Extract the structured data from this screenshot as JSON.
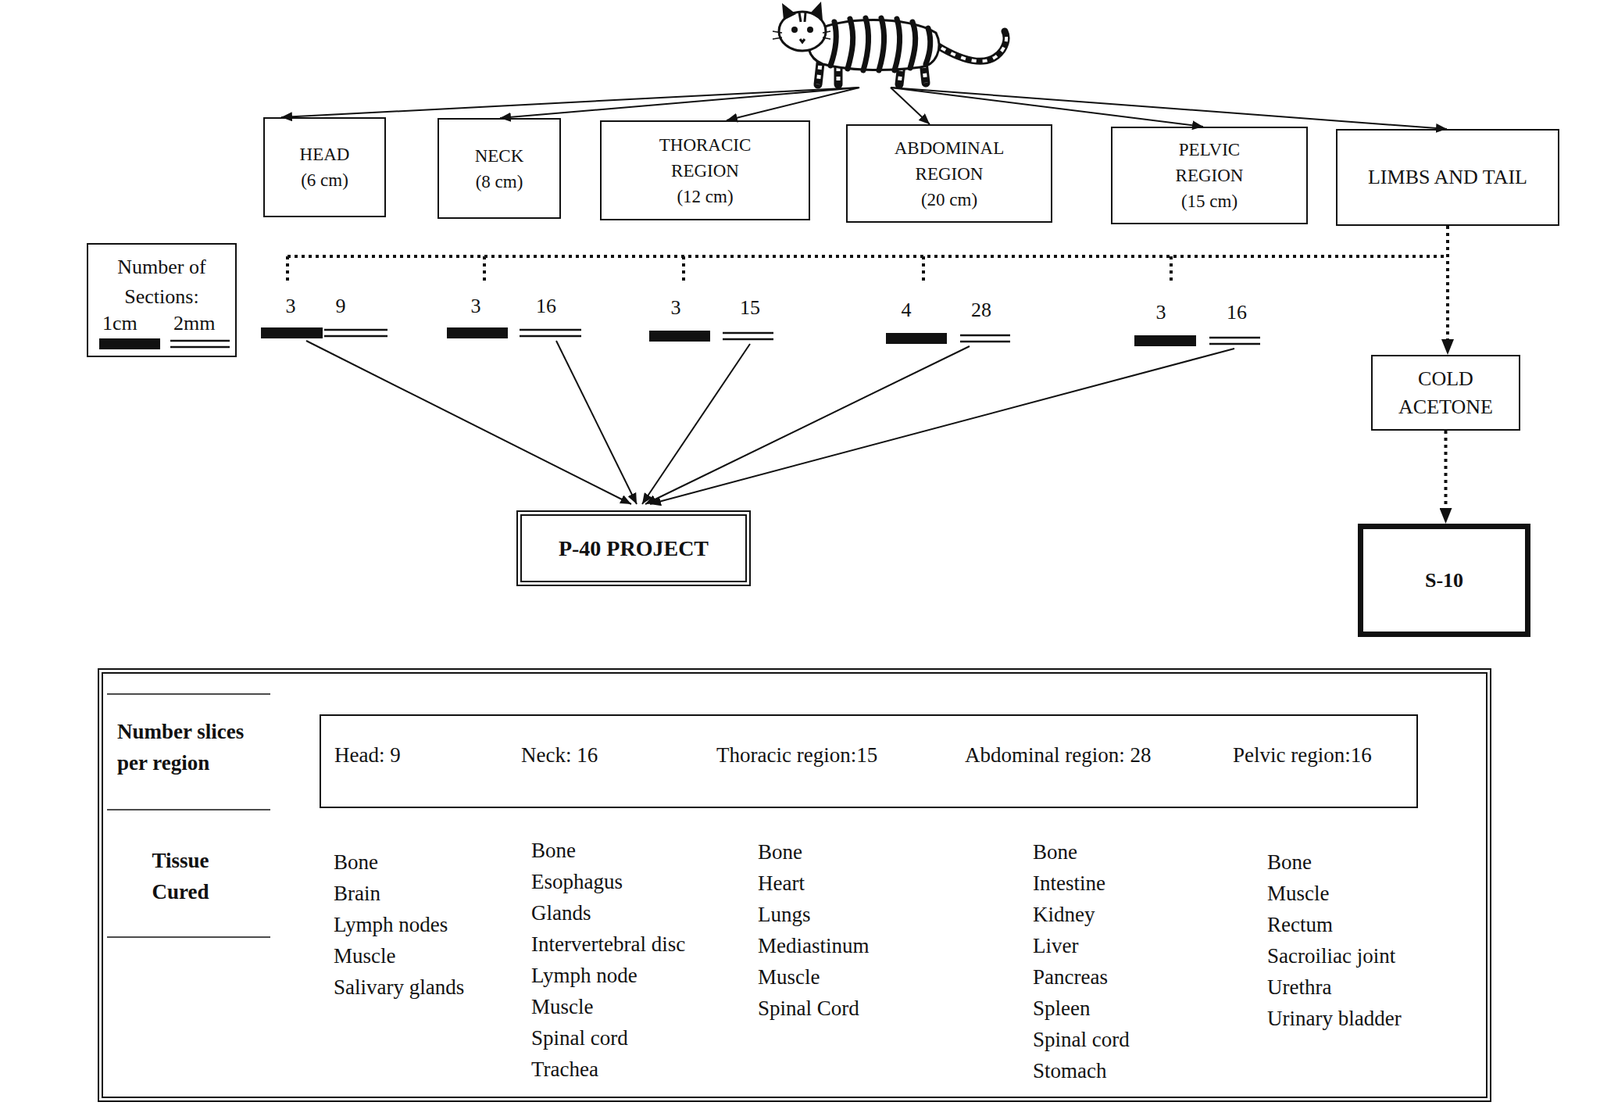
{
  "diagram": {
    "nodes": [
      {
        "text": [
          "HEAD",
          "(6 cm)"
        ]
      },
      {
        "text": [
          "NECK",
          "(8 cm)"
        ]
      },
      {
        "text": [
          "THORACIC REGION",
          "(12 cm)"
        ]
      },
      {
        "text": [
          "ABDOMINAL REGION",
          "(20 cm)"
        ]
      },
      {
        "text": [
          "PELVIC REGION",
          "(15 cm)"
        ]
      },
      {
        "text": [
          "LIMBS AND TAIL"
        ]
      },
      {
        "text": [
          "Number of Sections:"
        ]
      },
      {
        "text": [
          "COLD ACETONE"
        ]
      },
      {
        "text": [
          "P-40 PROJECT"
        ]
      },
      {
        "text": [
          "S-10"
        ]
      },
      {
        "text": [
          "Number slices per region",
          "Tissue Cured"
        ]
      },
      {
        "text": [
          "Head: 9",
          "Neck: 16",
          "Thoracic region:15",
          "Abdominal region: 28",
          "Pelvic region:16"
        ],
        "in": 10
      }
    ],
    "edges": [
      {
        "from": 5,
        "to": 7,
        "arrow": "to"
      },
      {
        "from": 7,
        "to": 9,
        "arrow": "to"
      }
    ],
    "labels": [
      "3",
      "9",
      "3",
      "16",
      "3",
      "15",
      "4",
      "28",
      "3",
      "16",
      "Bone",
      "Brain",
      "Lymph nodes",
      "Muscle",
      "Salivary glands",
      "Bone",
      "Esophagus",
      "Glands",
      "Intervertebral disc",
      "Lymph node",
      "Muscle",
      "Spinal cord",
      "Trachea",
      "Bone",
      "Heart",
      "Lungs",
      "Mediastinum",
      "Muscle",
      "Spinal Cord",
      "Bone",
      "Intestine",
      "Kidney",
      "Liver",
      "Pancreas",
      "Spleen",
      "Spinal cord",
      "Stomach",
      "Bone",
      "Muscle",
      "Rectum",
      "Sacroiliac joint",
      "Urethra",
      "Urinary bladder"
    ],
    "legend": [
      {
        "text": "1cm"
      },
      {
        "text": "2mm"
      }
    ]
  }
}
